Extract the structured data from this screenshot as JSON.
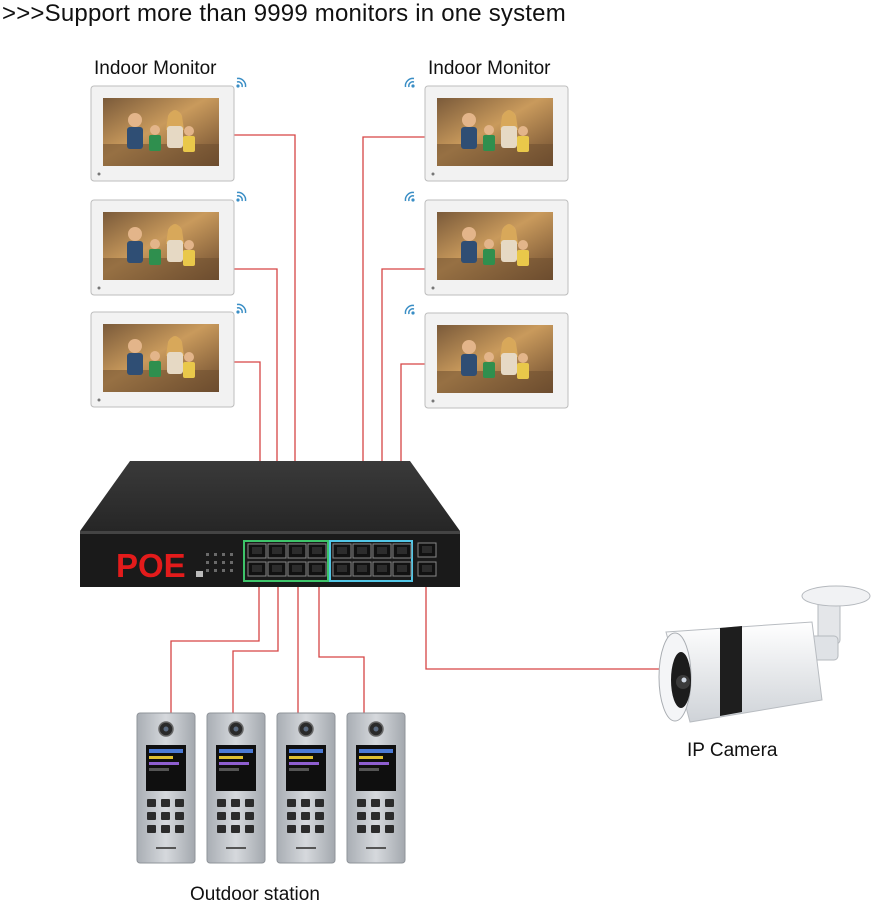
{
  "headline": ">>>Support more than 9999 monitors in one system",
  "labels": {
    "indoor_left": "Indoor Monitor",
    "indoor_right": "Indoor Monitor",
    "switch": "POE",
    "camera": "IP Camera",
    "outdoor": "Outdoor station"
  },
  "colors": {
    "cable": "#d64545",
    "switch_body": "#1e1e1e",
    "switch_label": "#e31b1b",
    "port_green": "#3ec46a",
    "port_blue": "#52c6e6"
  },
  "icons": {
    "wifi": "wifi-icon",
    "camera": "ip-camera-icon",
    "outdoor": "door-intercom-icon"
  }
}
